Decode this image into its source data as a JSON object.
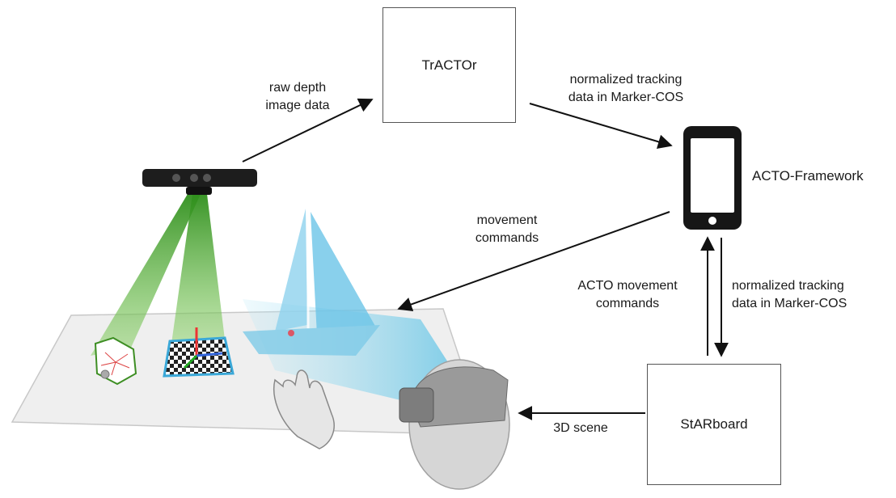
{
  "nodes": {
    "tractor": "TrACTOr",
    "starboard": "StARboard",
    "framework": "ACTO-Framework"
  },
  "edges": {
    "depth": "raw depth\nimage data",
    "tracking_top": "normalized tracking\ndata in Marker-COS",
    "movement": "movement\ncommands",
    "acto_movement": "ACTO movement\ncommands",
    "tracking_side": "normalized tracking\ndata in Marker-COS",
    "scene": "3D scene"
  },
  "colors": {
    "line": "#111111",
    "box_border": "#555555",
    "beam_green": "#4aa82a",
    "beam_blue": "#7fd4ee",
    "table": "#eeeeee"
  }
}
